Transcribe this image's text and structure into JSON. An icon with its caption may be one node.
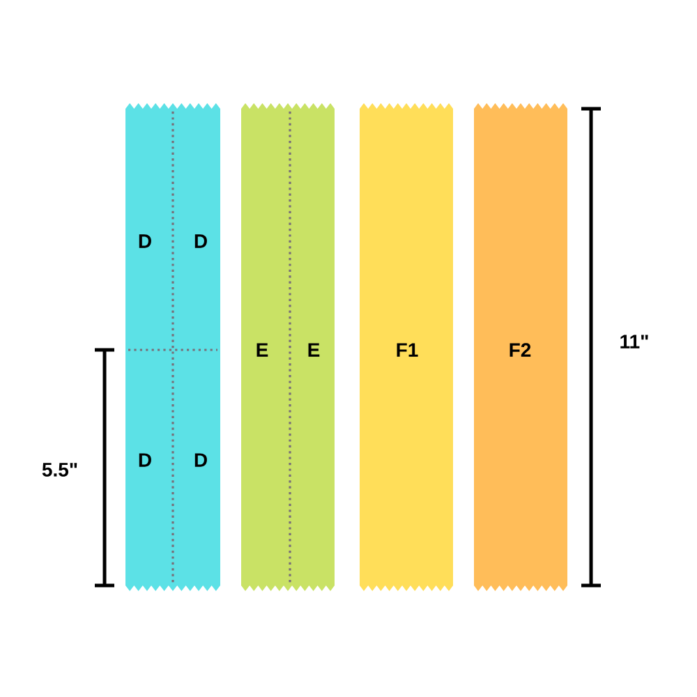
{
  "diagram": {
    "nodes": [
      {
        "text": [
          "D",
          "D",
          "D",
          "D"
        ]
      },
      {
        "text": [
          "E",
          "E"
        ]
      },
      {
        "text": [
          "F1"
        ]
      },
      {
        "text": [
          "F2"
        ]
      }
    ],
    "labels": [
      "5.5\"",
      "11\""
    ]
  }
}
